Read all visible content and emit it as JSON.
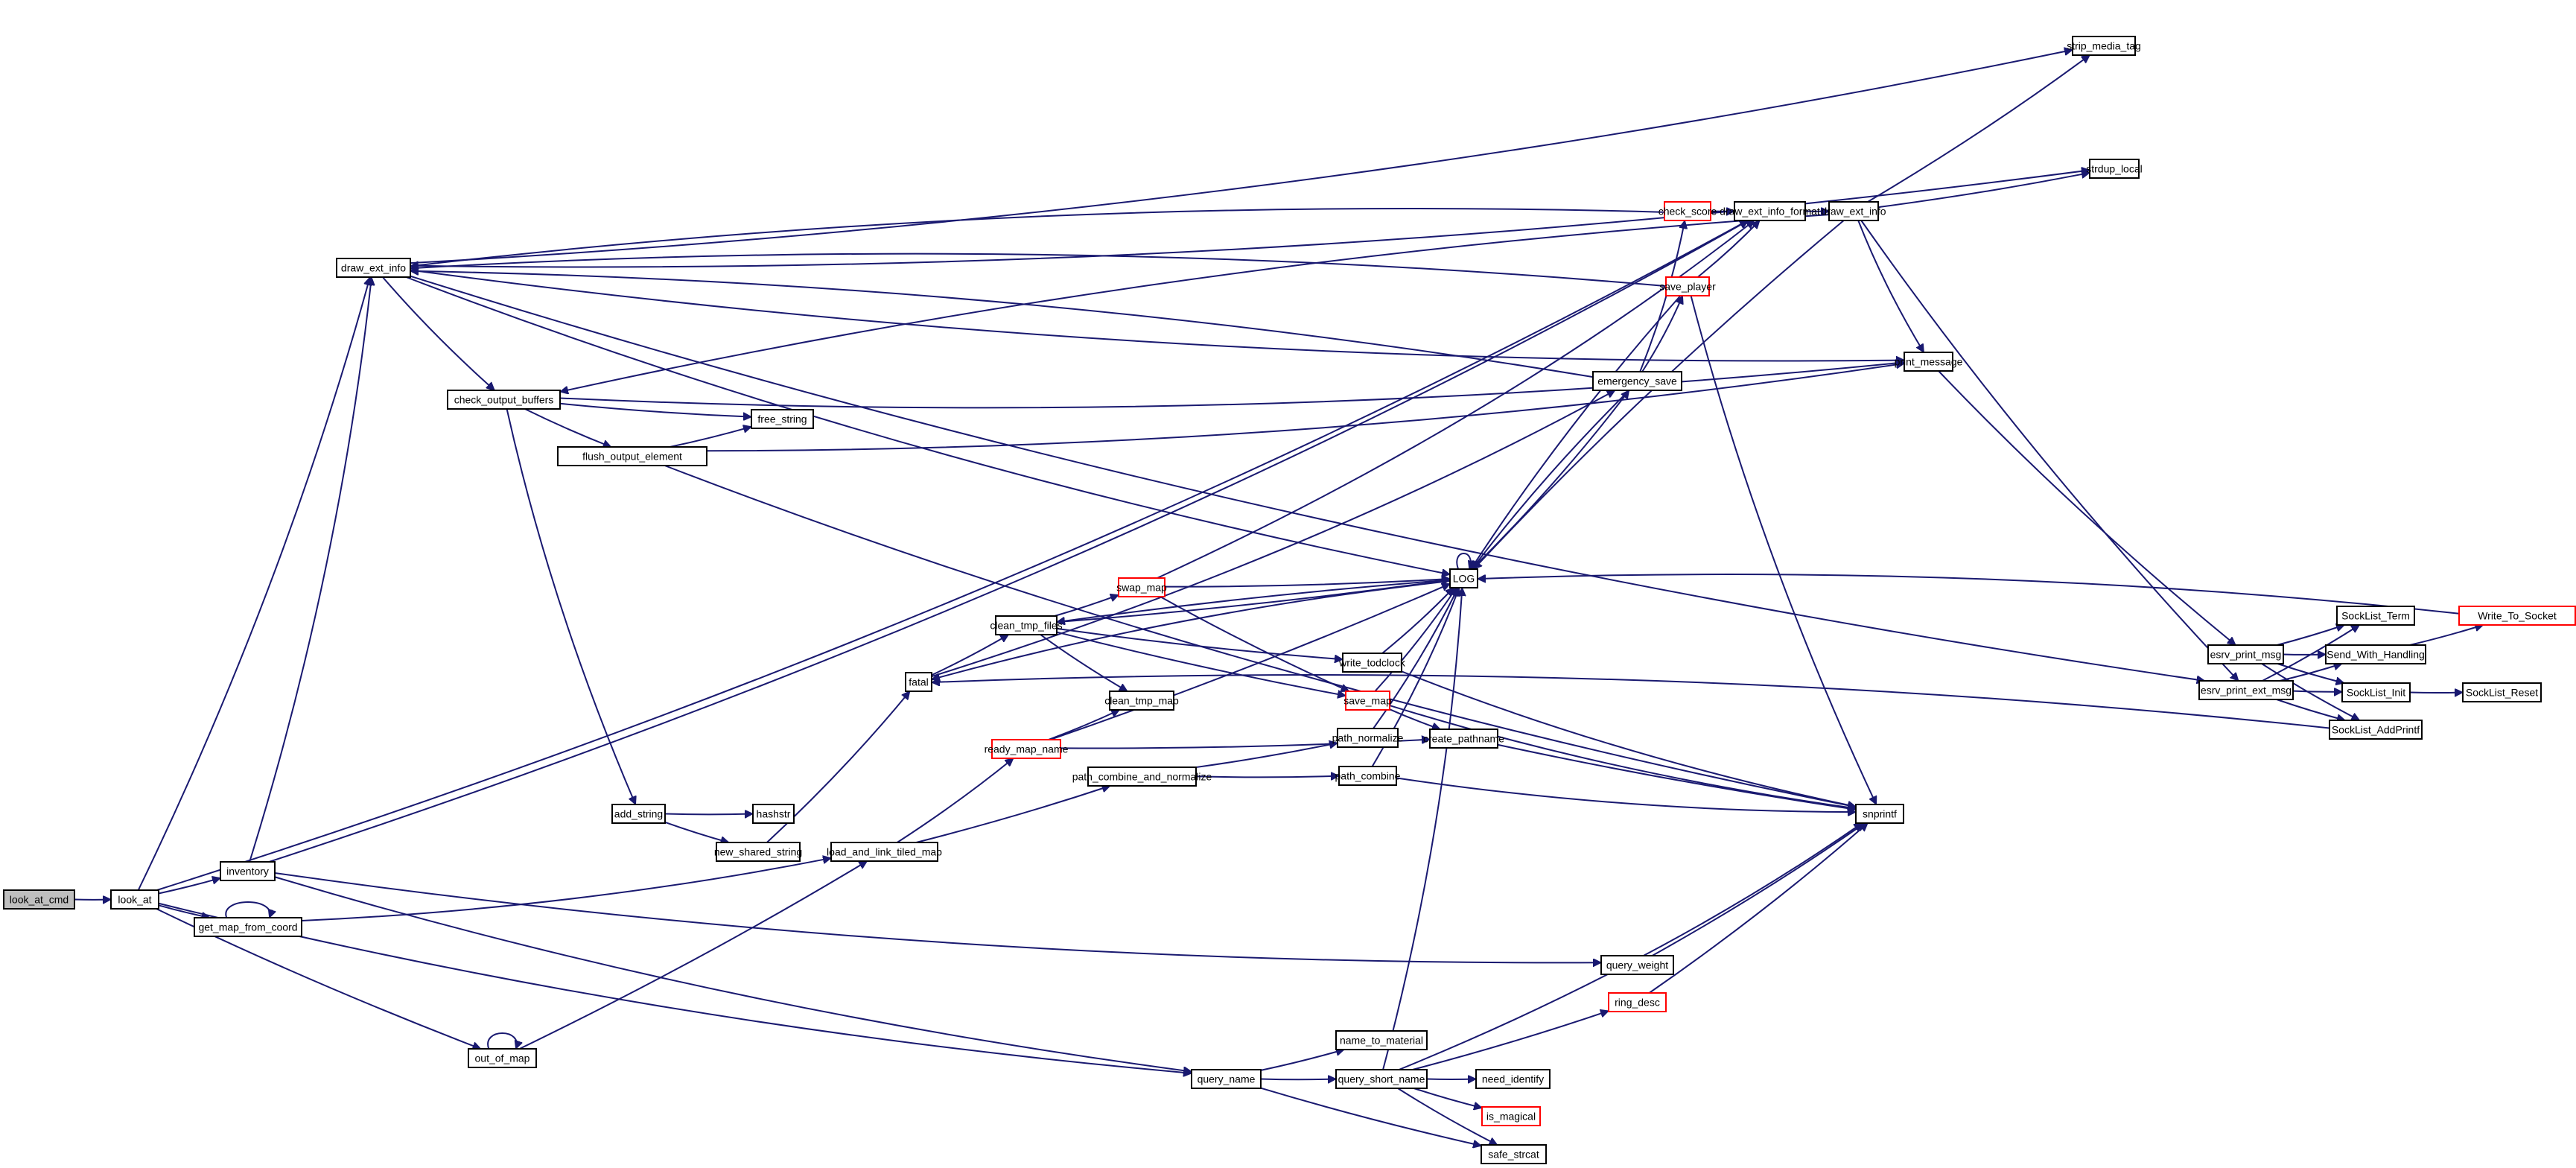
{
  "graph": {
    "type": "call-graph",
    "colors": {
      "edge": "#191970",
      "node_border": "#000000",
      "truncated_border": "#ff0000",
      "root_fill": "#bfbfbf"
    },
    "nodes": [
      {
        "id": "look_at_cmd",
        "label": "look_at_cmd",
        "style": "root"
      },
      {
        "id": "look_at",
        "label": "look_at",
        "style": "normal"
      },
      {
        "id": "inventory",
        "label": "inventory",
        "style": "normal"
      },
      {
        "id": "get_map_from_coord",
        "label": "get_map_from_coord",
        "style": "normal"
      },
      {
        "id": "out_of_map",
        "label": "out_of_map",
        "style": "normal"
      },
      {
        "id": "draw_ext_info_l",
        "label": "draw_ext_info",
        "style": "normal"
      },
      {
        "id": "check_output_buffers",
        "label": "check_output_buffers",
        "style": "normal"
      },
      {
        "id": "flush_output_element",
        "label": "flush_output_element",
        "style": "normal"
      },
      {
        "id": "free_string",
        "label": "free_string",
        "style": "normal"
      },
      {
        "id": "add_string",
        "label": "add_string",
        "style": "normal"
      },
      {
        "id": "hashstr",
        "label": "hashstr",
        "style": "normal"
      },
      {
        "id": "new_shared_string",
        "label": "new_shared_string",
        "style": "normal"
      },
      {
        "id": "load_and_link_tiled_map",
        "label": "load_and_link_tiled_map",
        "style": "normal"
      },
      {
        "id": "fatal",
        "label": "fatal",
        "style": "normal"
      },
      {
        "id": "clean_tmp_files",
        "label": "clean_tmp_files",
        "style": "normal"
      },
      {
        "id": "swap_map",
        "label": "swap_map",
        "style": "red"
      },
      {
        "id": "clean_tmp_map",
        "label": "clean_tmp_map",
        "style": "normal"
      },
      {
        "id": "ready_map_name",
        "label": "ready_map_name",
        "style": "red"
      },
      {
        "id": "path_combine_and_normalize",
        "label": "path_combine_and_normalize",
        "style": "normal"
      },
      {
        "id": "write_todclock",
        "label": "write_todclock",
        "style": "normal"
      },
      {
        "id": "save_map",
        "label": "save_map",
        "style": "red"
      },
      {
        "id": "path_normalize",
        "label": "path_normalize",
        "style": "normal"
      },
      {
        "id": "path_combine",
        "label": "path_combine",
        "style": "normal"
      },
      {
        "id": "create_pathname",
        "label": "create_pathname",
        "style": "normal"
      },
      {
        "id": "LOG",
        "label": "LOG",
        "style": "normal"
      },
      {
        "id": "emergency_save",
        "label": "emergency_save",
        "style": "normal"
      },
      {
        "id": "check_score",
        "label": "check_score",
        "style": "red"
      },
      {
        "id": "save_player",
        "label": "save_player",
        "style": "red"
      },
      {
        "id": "draw_ext_info_format",
        "label": "draw_ext_info_format",
        "style": "normal"
      },
      {
        "id": "draw_ext_info_r",
        "label": "draw_ext_info",
        "style": "normal"
      },
      {
        "id": "print_message",
        "label": "print_message",
        "style": "normal"
      },
      {
        "id": "strip_media_tag",
        "label": "strip_media_tag",
        "style": "normal"
      },
      {
        "id": "strdup_local",
        "label": "strdup_local",
        "style": "normal"
      },
      {
        "id": "esrv_print_msg",
        "label": "esrv_print_msg",
        "style": "normal"
      },
      {
        "id": "esrv_print_ext_msg",
        "label": "esrv_print_ext_msg",
        "style": "normal"
      },
      {
        "id": "SockList_Term",
        "label": "SockList_Term",
        "style": "normal"
      },
      {
        "id": "Send_With_Handling",
        "label": "Send_With_Handling",
        "style": "normal"
      },
      {
        "id": "SockList_Init",
        "label": "SockList_Init",
        "style": "normal"
      },
      {
        "id": "SockList_AddPrintf",
        "label": "SockList_AddPrintf",
        "style": "normal"
      },
      {
        "id": "SockList_Reset",
        "label": "SockList_Reset",
        "style": "normal"
      },
      {
        "id": "Write_To_Socket",
        "label": "Write_To_Socket",
        "style": "red"
      },
      {
        "id": "snprintf",
        "label": "snprintf",
        "style": "normal"
      },
      {
        "id": "query_weight",
        "label": "query_weight",
        "style": "normal"
      },
      {
        "id": "ring_desc",
        "label": "ring_desc",
        "style": "red"
      },
      {
        "id": "name_to_material",
        "label": "name_to_material",
        "style": "normal"
      },
      {
        "id": "query_name",
        "label": "query_name",
        "style": "normal"
      },
      {
        "id": "query_short_name",
        "label": "query_short_name",
        "style": "normal"
      },
      {
        "id": "need_identify",
        "label": "need_identify",
        "style": "normal"
      },
      {
        "id": "is_magical",
        "label": "is_magical",
        "style": "red"
      },
      {
        "id": "safe_strcat",
        "label": "safe_strcat",
        "style": "normal"
      }
    ],
    "edges": [
      [
        "look_at_cmd",
        "look_at"
      ],
      [
        "look_at",
        "inventory"
      ],
      [
        "look_at",
        "get_map_from_coord"
      ],
      [
        "look_at",
        "out_of_map"
      ],
      [
        "look_at",
        "draw_ext_info_l"
      ],
      [
        "look_at",
        "draw_ext_info_format"
      ],
      [
        "look_at",
        "query_name"
      ],
      [
        "inventory",
        "draw_ext_info_l"
      ],
      [
        "inventory",
        "draw_ext_info_format"
      ],
      [
        "inventory",
        "query_weight"
      ],
      [
        "inventory",
        "query_name"
      ],
      [
        "get_map_from_coord",
        "get_map_from_coord"
      ],
      [
        "get_map_from_coord",
        "load_and_link_tiled_map"
      ],
      [
        "out_of_map",
        "out_of_map"
      ],
      [
        "out_of_map",
        "load_and_link_tiled_map"
      ],
      [
        "draw_ext_info_l",
        "check_output_buffers"
      ],
      [
        "draw_ext_info_l",
        "LOG"
      ],
      [
        "draw_ext_info_l",
        "print_message"
      ],
      [
        "draw_ext_info_l",
        "esrv_print_ext_msg"
      ],
      [
        "draw_ext_info_l",
        "strip_media_tag"
      ],
      [
        "draw_ext_info_l",
        "strdup_local"
      ],
      [
        "check_output_buffers",
        "free_string"
      ],
      [
        "check_output_buffers",
        "flush_output_element"
      ],
      [
        "check_output_buffers",
        "add_string"
      ],
      [
        "check_output_buffers",
        "print_message"
      ],
      [
        "flush_output_element",
        "free_string"
      ],
      [
        "flush_output_element",
        "print_message"
      ],
      [
        "flush_output_element",
        "snprintf"
      ],
      [
        "add_string",
        "hashstr"
      ],
      [
        "add_string",
        "new_shared_string"
      ],
      [
        "new_shared_string",
        "fatal"
      ],
      [
        "load_and_link_tiled_map",
        "ready_map_name"
      ],
      [
        "load_and_link_tiled_map",
        "path_combine_and_normalize"
      ],
      [
        "fatal",
        "clean_tmp_files"
      ],
      [
        "fatal",
        "emergency_save"
      ],
      [
        "clean_tmp_files",
        "swap_map"
      ],
      [
        "clean_tmp_files",
        "clean_tmp_map"
      ],
      [
        "clean_tmp_files",
        "write_todclock"
      ],
      [
        "clean_tmp_files",
        "save_map"
      ],
      [
        "clean_tmp_files",
        "LOG"
      ],
      [
        "swap_map",
        "LOG"
      ],
      [
        "swap_map",
        "save_map"
      ],
      [
        "swap_map",
        "draw_ext_info_format"
      ],
      [
        "ready_map_name",
        "clean_tmp_map"
      ],
      [
        "ready_map_name",
        "LOG"
      ],
      [
        "ready_map_name",
        "create_pathname"
      ],
      [
        "path_combine_and_normalize",
        "path_normalize"
      ],
      [
        "path_combine_and_normalize",
        "path_combine"
      ],
      [
        "write_todclock",
        "LOG"
      ],
      [
        "write_todclock",
        "snprintf"
      ],
      [
        "save_map",
        "LOG"
      ],
      [
        "save_map",
        "create_pathname"
      ],
      [
        "save_map",
        "snprintf"
      ],
      [
        "path_normalize",
        "LOG"
      ],
      [
        "path_combine",
        "LOG"
      ],
      [
        "path_combine",
        "snprintf"
      ],
      [
        "create_pathname",
        "snprintf"
      ],
      [
        "LOG",
        "LOG"
      ],
      [
        "LOG",
        "clean_tmp_files"
      ],
      [
        "LOG",
        "fatal"
      ],
      [
        "LOG",
        "emergency_save"
      ],
      [
        "emergency_save",
        "LOG"
      ],
      [
        "emergency_save",
        "check_score"
      ],
      [
        "emergency_save",
        "save_player"
      ],
      [
        "emergency_save",
        "draw_ext_info_l"
      ],
      [
        "check_score",
        "draw_ext_info_format"
      ],
      [
        "check_score",
        "draw_ext_info_l"
      ],
      [
        "save_player",
        "draw_ext_info_format"
      ],
      [
        "save_player",
        "LOG"
      ],
      [
        "save_player",
        "draw_ext_info_l"
      ],
      [
        "save_player",
        "snprintf"
      ],
      [
        "draw_ext_info_format",
        "draw_ext_info_r"
      ],
      [
        "draw_ext_info_r",
        "strip_media_tag"
      ],
      [
        "draw_ext_info_r",
        "strdup_local"
      ],
      [
        "draw_ext_info_r",
        "print_message"
      ],
      [
        "draw_ext_info_r",
        "LOG"
      ],
      [
        "draw_ext_info_r",
        "esrv_print_ext_msg"
      ],
      [
        "draw_ext_info_r",
        "check_output_buffers"
      ],
      [
        "print_message",
        "esrv_print_msg"
      ],
      [
        "esrv_print_msg",
        "SockList_Term"
      ],
      [
        "esrv_print_msg",
        "Send_With_Handling"
      ],
      [
        "esrv_print_msg",
        "SockList_Init"
      ],
      [
        "esrv_print_msg",
        "SockList_AddPrintf"
      ],
      [
        "esrv_print_ext_msg",
        "SockList_Term"
      ],
      [
        "esrv_print_ext_msg",
        "Send_With_Handling"
      ],
      [
        "esrv_print_ext_msg",
        "SockList_Init"
      ],
      [
        "esrv_print_ext_msg",
        "SockList_AddPrintf"
      ],
      [
        "SockList_Init",
        "SockList_Reset"
      ],
      [
        "Send_With_Handling",
        "Write_To_Socket"
      ],
      [
        "Write_To_Socket",
        "LOG"
      ],
      [
        "SockList_AddPrintf",
        "fatal"
      ],
      [
        "query_weight",
        "snprintf"
      ],
      [
        "ring_desc",
        "snprintf"
      ],
      [
        "query_name",
        "name_to_material"
      ],
      [
        "query_name",
        "query_short_name"
      ],
      [
        "query_name",
        "safe_strcat"
      ],
      [
        "query_short_name",
        "need_identify"
      ],
      [
        "query_short_name",
        "is_magical"
      ],
      [
        "query_short_name",
        "safe_strcat"
      ],
      [
        "query_short_name",
        "ring_desc"
      ],
      [
        "query_short_name",
        "snprintf"
      ],
      [
        "query_short_name",
        "LOG"
      ]
    ]
  }
}
